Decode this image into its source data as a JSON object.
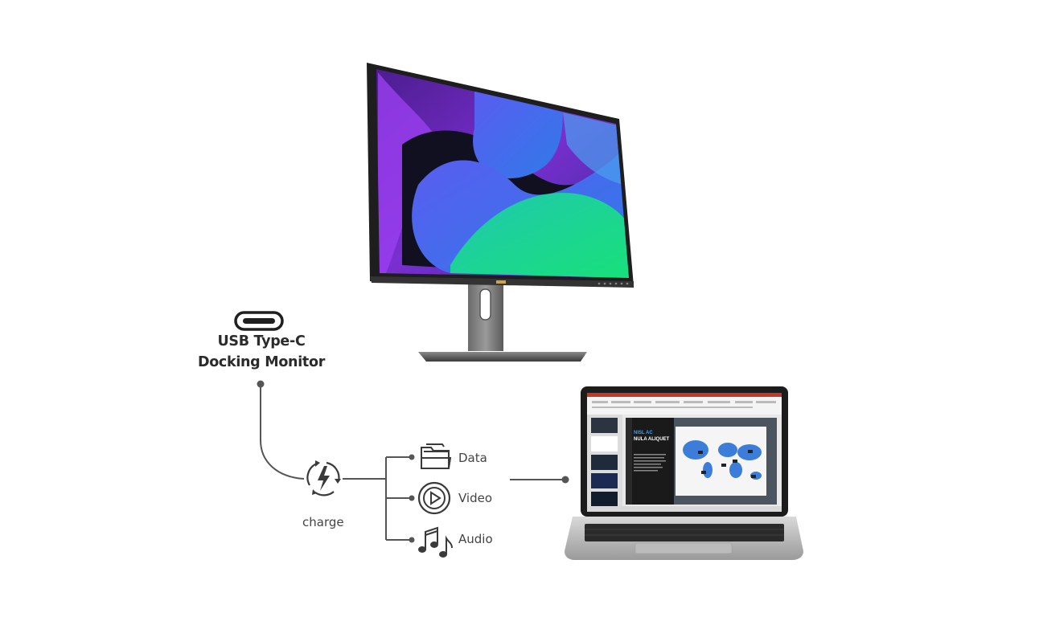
{
  "diagram": {
    "title_line1": "USB Type-C",
    "title_line2": "Docking Monitor",
    "charge_label": "charge",
    "outputs": [
      "Data",
      "Video",
      "Audio"
    ]
  },
  "laptop_screen": {
    "slide_title_line1": "NISL AC",
    "slide_title_line2": "NULA ALIQUET"
  },
  "colors": {
    "line": "#555555",
    "text": "#2b2b2b"
  }
}
